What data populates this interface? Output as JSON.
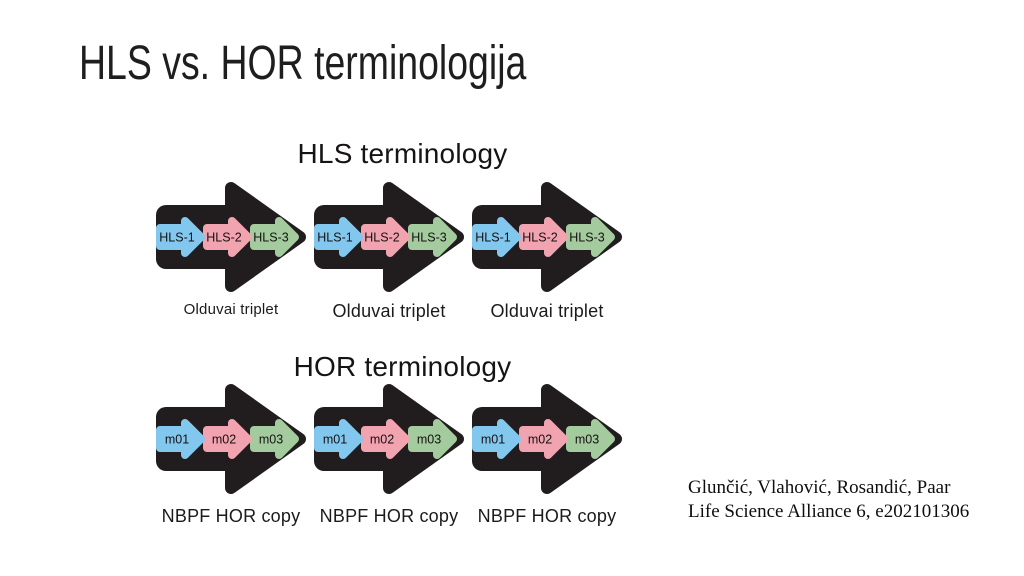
{
  "slide": {
    "title": "HLS vs. HOR terminologija"
  },
  "colors": {
    "background": "#ffffff",
    "arrow_black": "#211c1e",
    "segment_blue": "#82c8ee",
    "segment_pink": "#f2a3b0",
    "segment_green": "#a3cb9e"
  },
  "sections": [
    {
      "heading": "HLS terminology",
      "units": [
        {
          "segments": [
            "HLS-1",
            "HLS-2",
            "HLS-3"
          ],
          "label": "Olduvai triplet"
        },
        {
          "segments": [
            "HLS-1",
            "HLS-2",
            "HLS-3"
          ],
          "label": "Olduvai triplet"
        },
        {
          "segments": [
            "HLS-1",
            "HLS-2",
            "HLS-3"
          ],
          "label": "Olduvai triplet"
        }
      ]
    },
    {
      "heading": "HOR terminology",
      "units": [
        {
          "segments": [
            "m01",
            "m02",
            "m03"
          ],
          "label": "NBPF HOR copy"
        },
        {
          "segments": [
            "m01",
            "m02",
            "m03"
          ],
          "label": "NBPF HOR copy"
        },
        {
          "segments": [
            "m01",
            "m02",
            "m03"
          ],
          "label": "NBPF HOR copy"
        }
      ]
    }
  ],
  "citation": {
    "line1": "Glunčić, Vlahović, Rosandić, Paar",
    "line2": "Life Science Alliance 6, e202101306"
  }
}
